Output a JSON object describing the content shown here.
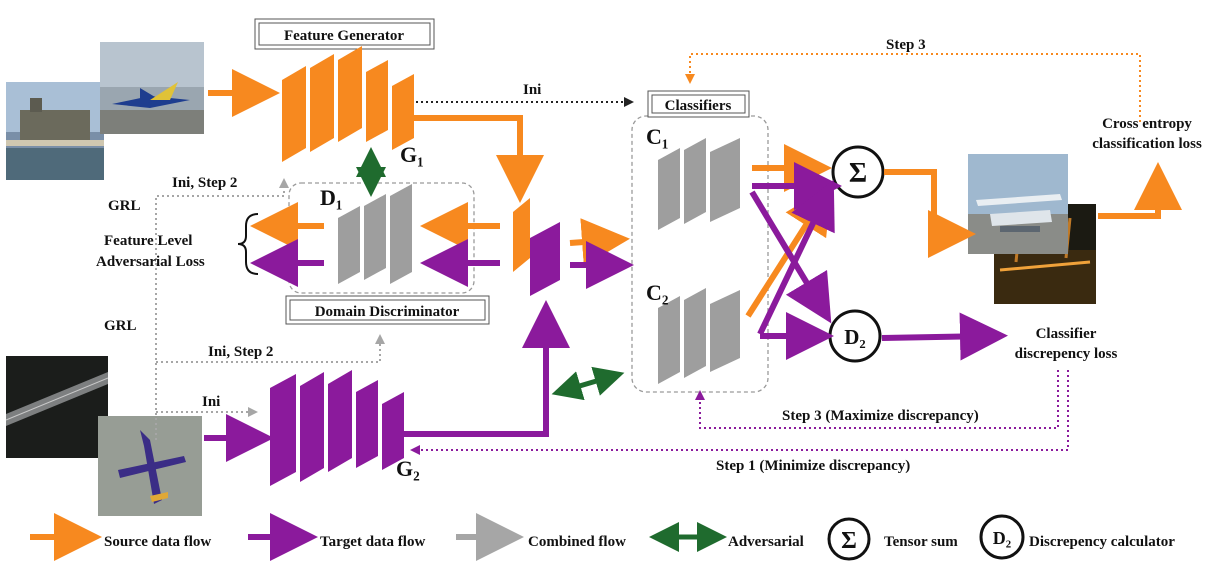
{
  "labels": {
    "feature_generator": "Feature Generator",
    "classifiers": "Classifiers",
    "domain_discriminator": "Domain Discriminator",
    "g1": "G₁",
    "g2": "G₂",
    "d1": "D₁",
    "c1": "C₁",
    "c2": "C₂",
    "sigma": "Σ",
    "d2": "D₂",
    "ini_top": "Ini",
    "ini_bottom": "Ini",
    "ini_step2_top": "Ini, Step 2",
    "ini_step2_bottom": "Ini, Step 2",
    "grl_top": "GRL",
    "grl_bottom": "GRL",
    "feature_level_line1": "Feature Level",
    "feature_level_line2": "Adversarial Loss",
    "step3_top": "Step 3",
    "cross_entropy_line1": "Cross entropy",
    "cross_entropy_line2": "classification loss",
    "classifier_disc_line1": "Classifier",
    "classifier_disc_line2": "discrepency loss",
    "step3_bottom": "Step 3 (Maximize discrepancy)",
    "step1_bottom": "Step 1 (Minimize discrepancy)"
  },
  "legend": {
    "source": "Source data flow",
    "target": "Target data flow",
    "combined": "Combined flow",
    "adversarial": "Adversarial",
    "tensor_sum": "Tensor sum",
    "discrepancy_calc": "Discrepency calculator",
    "sigma": "Σ",
    "d2": "D₂"
  },
  "colors": {
    "source": "#f7891f",
    "target": "#8b1a9c",
    "combined": "#a6a6a6",
    "adversarial": "#1f6b2e",
    "layer_gray": "#9e9e9e",
    "dash_black": "#222222"
  }
}
